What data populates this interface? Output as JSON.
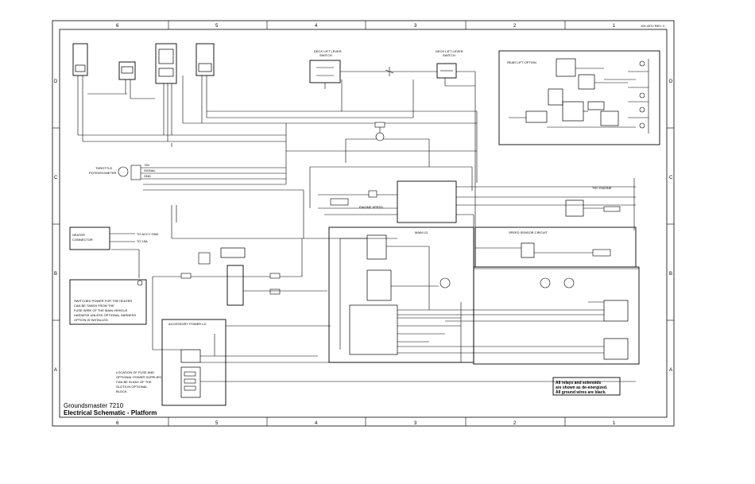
{
  "sheet": {
    "drawing_number": "119-4372 REV. C",
    "column_labels": [
      "6",
      "5",
      "4",
      "3",
      "2",
      "1"
    ],
    "row_labels": [
      "D",
      "C",
      "B",
      "A"
    ]
  },
  "title_block": {
    "product": "Groundsmaster 7210",
    "title": "Electrical Schematic - Platform"
  },
  "notes": {
    "relays": [
      "All relays and solenoids",
      "are shown as de-energized.",
      "All ground wires are black."
    ],
    "switched_power": [
      "SWITCHED POWER FOR THE HEATER",
      "CAN BE TAKEN FROM THE",
      "FUSE WIRE OF THE MAIN VEHICLE",
      "HARNESS UNLESS OPTIONAL HARNESS",
      "OPTION IS INSTALLED."
    ],
    "fuse_location": [
      "LOCATION OF FUSE AND",
      "OPTIONAL POWER SUPPLIES",
      "CAN BE IN ANY OF THE",
      "SLOTS IN OPTIONAL",
      "BLOCK."
    ]
  },
  "components": {
    "deck_lift_lever": "DECK LIFT LEVER",
    "deck_lift_lever_sub": "SWITCH",
    "deck_lift_switch": "DECK LIFT LEVER",
    "deck_lift_switch_sub": "SWITCH",
    "rear_lift_option": "REAR LIFT OPTION",
    "throttle": "THROTTLE",
    "throttle_sub": "POTENTIOMETER",
    "pot_5v": "+5V",
    "pot_signal": "SIGNAL",
    "pot_gnd": "GND",
    "engine_speed": "ENGINE SPEED",
    "tec_engine": "TEC ENGINE",
    "speed_sensor": "SPEED SENSOR CIRCUIT",
    "main_harness": "MAIN LD",
    "accessory_power": "ACCESSORY POWER LD",
    "heater": "HEATER",
    "heater_sub": "CONNECTOR",
    "to_acc_gnd": "TO ACCY GND",
    "to_15a": "TO 15A"
  }
}
